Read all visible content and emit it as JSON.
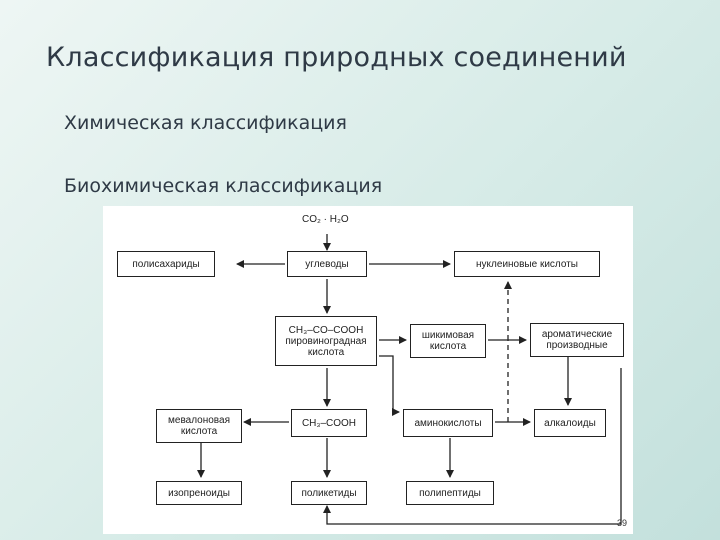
{
  "slide": {
    "title": "Классификация природных соединений",
    "items": [
      "Химическая классификация",
      "Биохимическая классификация"
    ],
    "page_number": "39"
  },
  "diagram": {
    "source_label": "CO₂ · H₂O",
    "boxes": {
      "polysaccharides": "полисахариды",
      "carbohydrates": "углеводы",
      "nucleic_acids": "нуклеиновые кислоты",
      "pyruvic_line1": "CH₃–CO–COOH",
      "pyruvic_line2": "пировиноградная",
      "pyruvic_line3": "кислота",
      "shikimic_line1": "шикимовая",
      "shikimic_line2": "кислота",
      "aromatic_line1": "ароматические",
      "aromatic_line2": "производные",
      "mevalonic_line1": "мевалоновая",
      "mevalonic_line2": "кислота",
      "acetic": "CH₃–COOH",
      "amino_acids": "аминокислоты",
      "alkaloids": "алкалоиды",
      "isoprenoids": "изопреноиды",
      "polyketides": "поликетиды",
      "polypeptides": "полипептиды"
    }
  }
}
